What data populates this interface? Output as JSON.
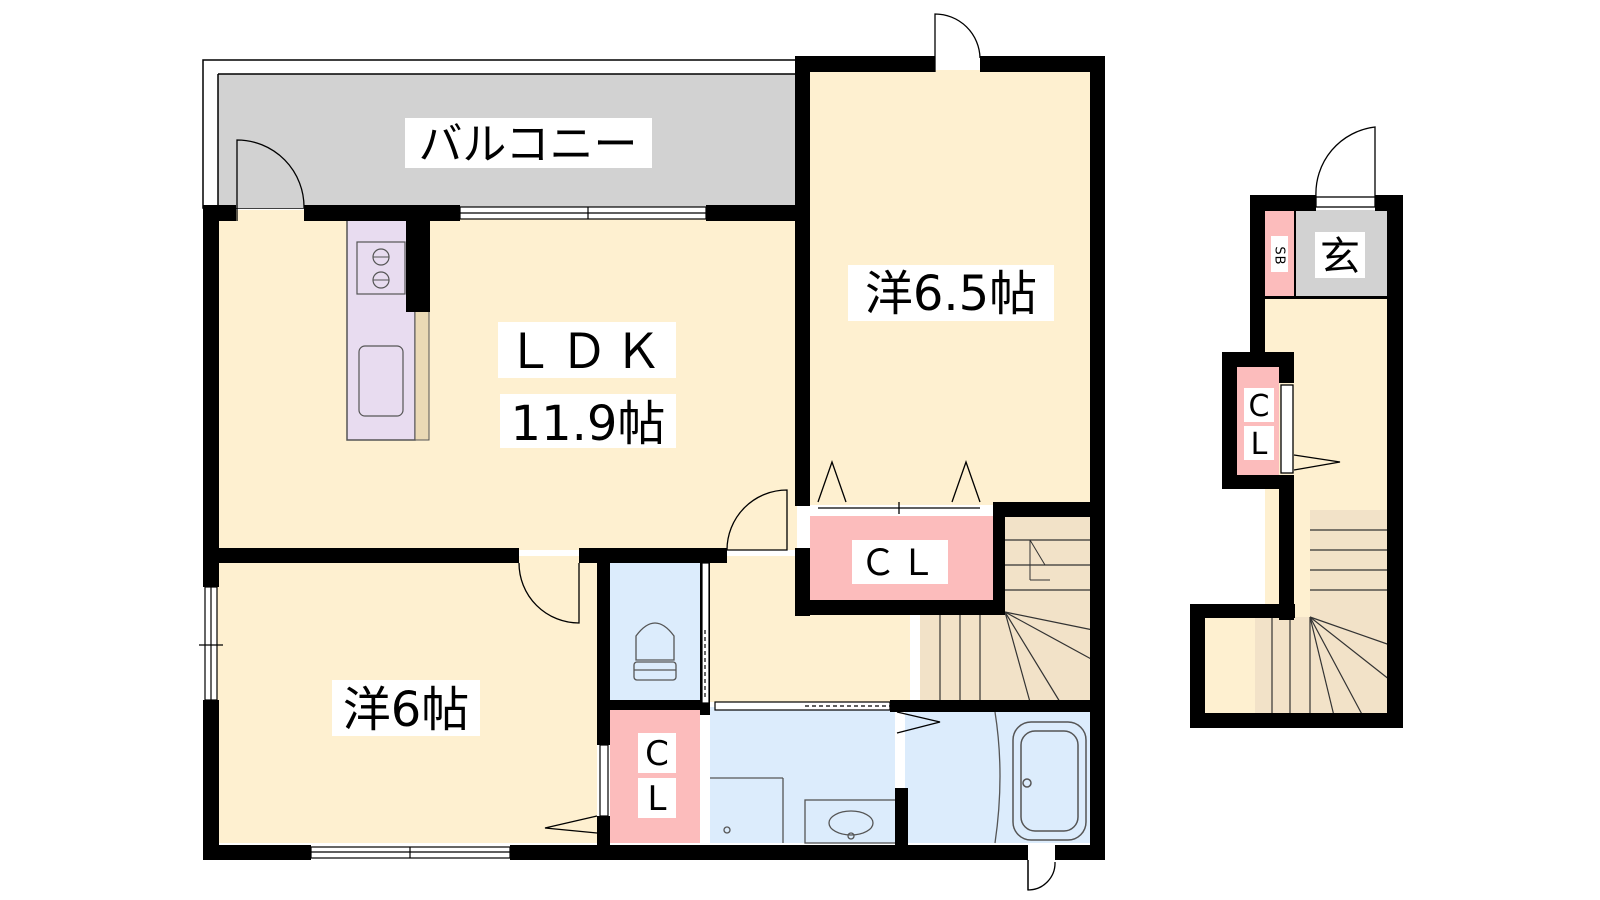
{
  "rooms": {
    "balcony": "バルコニー",
    "ldk_name": "ＬＤＫ",
    "ldk_size": "11.9帖",
    "western_65": "洋6.5帖",
    "western_6": "洋6帖",
    "entrance": "玄",
    "shoe_box": "SB"
  },
  "closets": {
    "upper": "ＣＬ",
    "lower_line1": "C",
    "lower_line2": "L",
    "stair_line1": "C",
    "stair_line2": "L"
  },
  "colors": {
    "room": "#fef0d0",
    "wet": "#dcecfc",
    "closet": "#fcbcbc",
    "balcony": "#d2d2d2",
    "kitchen": "#e8dcf0",
    "stairs": "#f2e2c8",
    "wall": "#000000"
  }
}
